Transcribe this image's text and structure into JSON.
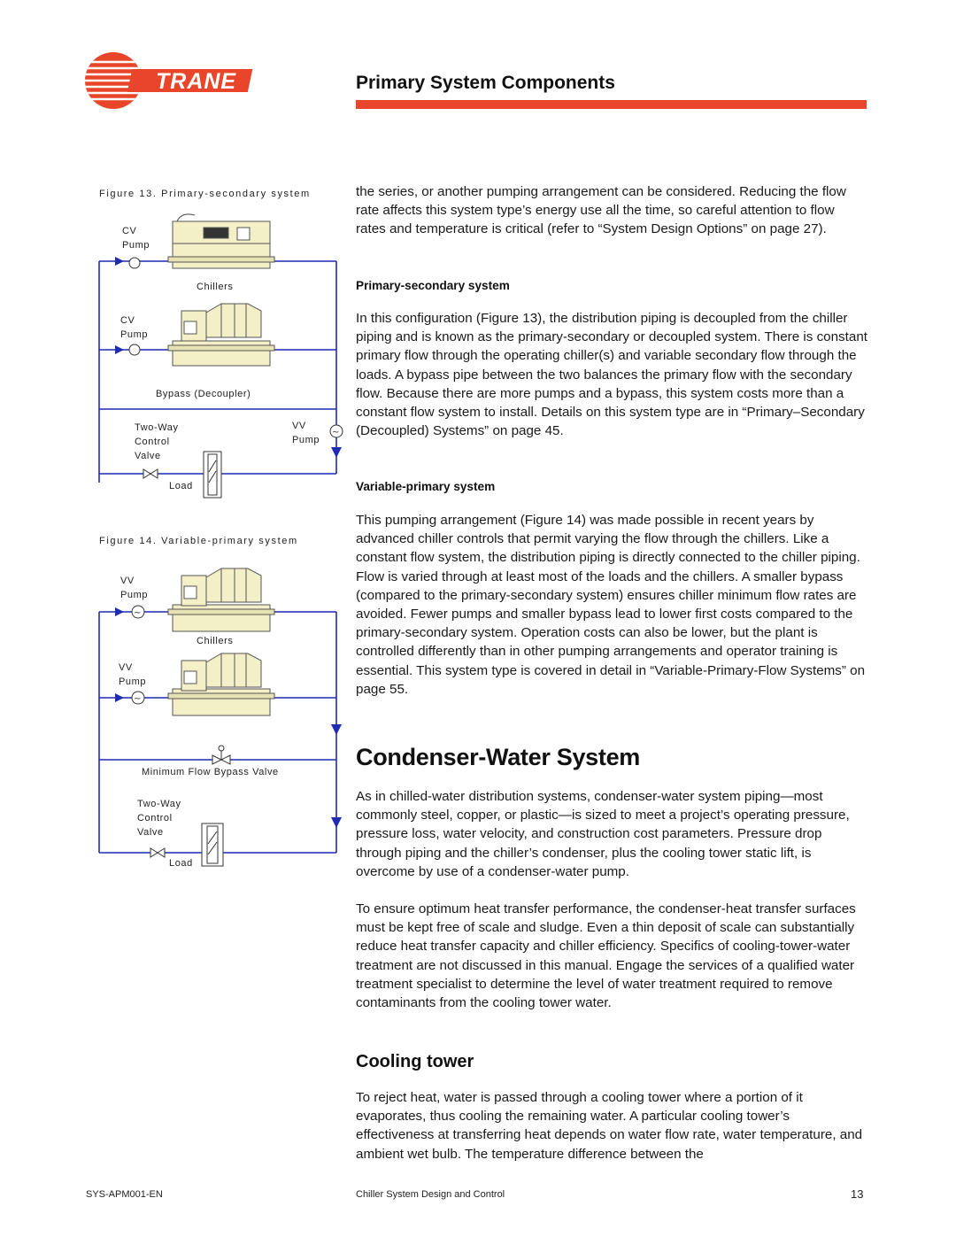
{
  "header": {
    "brand": "TRANE",
    "section_title": "Primary System Components",
    "accent_color": "#e8452a"
  },
  "figure13": {
    "caption": "Figure 13. Primary-secondary system",
    "labels": {
      "cv_pump_1_a": "CV",
      "cv_pump_1_b": "Pump",
      "chillers": "Chillers",
      "cv_pump_2_a": "CV",
      "cv_pump_2_b": "Pump",
      "bypass": "Bypass (Decoupler)",
      "valve_a": "Two-Way",
      "valve_b": "Control",
      "valve_c": "Valve",
      "vv_pump_a": "VV",
      "vv_pump_b": "Pump",
      "load": "Load"
    }
  },
  "figure14": {
    "caption": "Figure 14. Variable-primary system",
    "labels": {
      "vv_pump_1_a": "VV",
      "vv_pump_1_b": "Pump",
      "chillers": "Chillers",
      "vv_pump_2_a": "VV",
      "vv_pump_2_b": "Pump",
      "min_flow_valve": "Minimum Flow Bypass Valve",
      "valve_a": "Two-Way",
      "valve_b": "Control",
      "valve_c": "Valve",
      "load": "Load"
    }
  },
  "main": {
    "intro_paragraph": "the series, or another pumping arrangement can be considered. Reducing the flow rate affects this system type’s energy use all the time, so careful attention to flow rates and temperature is critical (refer to “System Design Options” on page 27).",
    "subhead_primary_secondary": "Primary-secondary system",
    "para_primary_secondary": "In this configuration (Figure 13), the distribution piping is decoupled from the chiller piping and is known as the primary-secondary or decoupled system. There is constant primary flow through the operating chiller(s) and variable secondary flow through the loads. A bypass pipe between the two balances the primary flow with the secondary flow. Because there are more pumps and a bypass, this system costs more than a constant flow system to install. Details on this system type are in “Primary–Secondary (Decoupled) Systems” on page 45.",
    "subhead_variable_primary": "Variable-primary system",
    "para_variable_primary": "This pumping arrangement (Figure 14) was made possible in recent years by advanced chiller controls that permit varying the flow through the chillers. Like a constant flow system, the distribution piping is directly connected to the chiller piping. Flow is varied through at least most of the loads and the chillers. A smaller bypass (compared to the primary-secondary system) ensures chiller minimum flow rates are avoided. Fewer pumps and smaller bypass lead to lower first costs compared to the primary-secondary system. Operation costs can also be lower, but the plant is controlled differently than in other pumping arrangements and operator training is essential. This system type is covered in detail in “Variable-Primary-Flow Systems” on page 55.",
    "heading_condenser": "Condenser-Water System",
    "para_condenser_1": "As in chilled-water distribution systems, condenser-water system piping—most commonly steel, copper, or plastic—is sized to meet a project’s operating pressure, pressure loss, water velocity, and construction cost parameters. Pressure drop through piping and the chiller’s condenser, plus the cooling tower static lift, is overcome by use of a condenser-water pump.",
    "para_condenser_2": "To ensure optimum heat transfer performance, the condenser-heat transfer surfaces must be kept free of scale and sludge. Even a thin deposit of scale can substantially reduce heat transfer capacity and chiller efficiency. Specifics of cooling-tower-water treatment are not discussed in this manual. Engage the services of a qualified water treatment specialist to determine the level of water treatment required to remove contaminants from the cooling tower water.",
    "heading_cooling_tower": "Cooling tower",
    "para_cooling_tower": "To reject heat, water is passed through a cooling tower where a portion of it evaporates, thus cooling the remaining water. A particular cooling tower’s effectiveness at transferring heat depends on water flow rate, water temperature, and ambient wet bulb. The temperature difference between the"
  },
  "footer": {
    "doc_id": "SYS-APM001-EN",
    "doc_title": "Chiller System Design and Control",
    "page_number": "13"
  }
}
